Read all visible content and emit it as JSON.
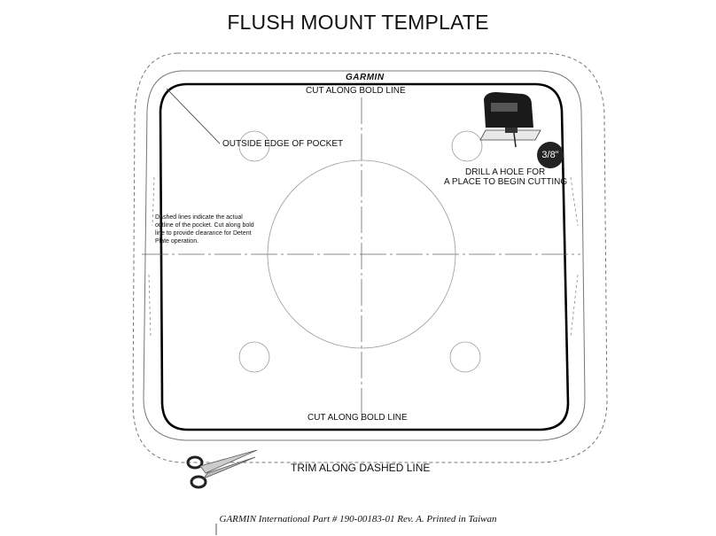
{
  "title": "FLUSH MOUNT TEMPLATE",
  "brand": "GARMIN",
  "cut_top": "CUT ALONG BOLD LINE",
  "cut_bottom": "CUT ALONG BOLD LINE",
  "pocket_label": "OUTSIDE EDGE OF POCKET",
  "drill_line1": "DRILL A HOLE FOR",
  "drill_line2": "A PLACE TO BEGIN CUTTING",
  "drill_size": "3/8\"",
  "note": "Dashed lines indicate the actual outline of the pocket. Cut along bold line to provide clearance for Detent Plate operation.",
  "trim": "TRIM ALONG DASHED LINE",
  "footer": "GARMIN International  Part # 190-00183-01 Rev. A.  Printed in Taiwan",
  "icons": [
    "jigsaw-icon",
    "scissors-icon"
  ]
}
